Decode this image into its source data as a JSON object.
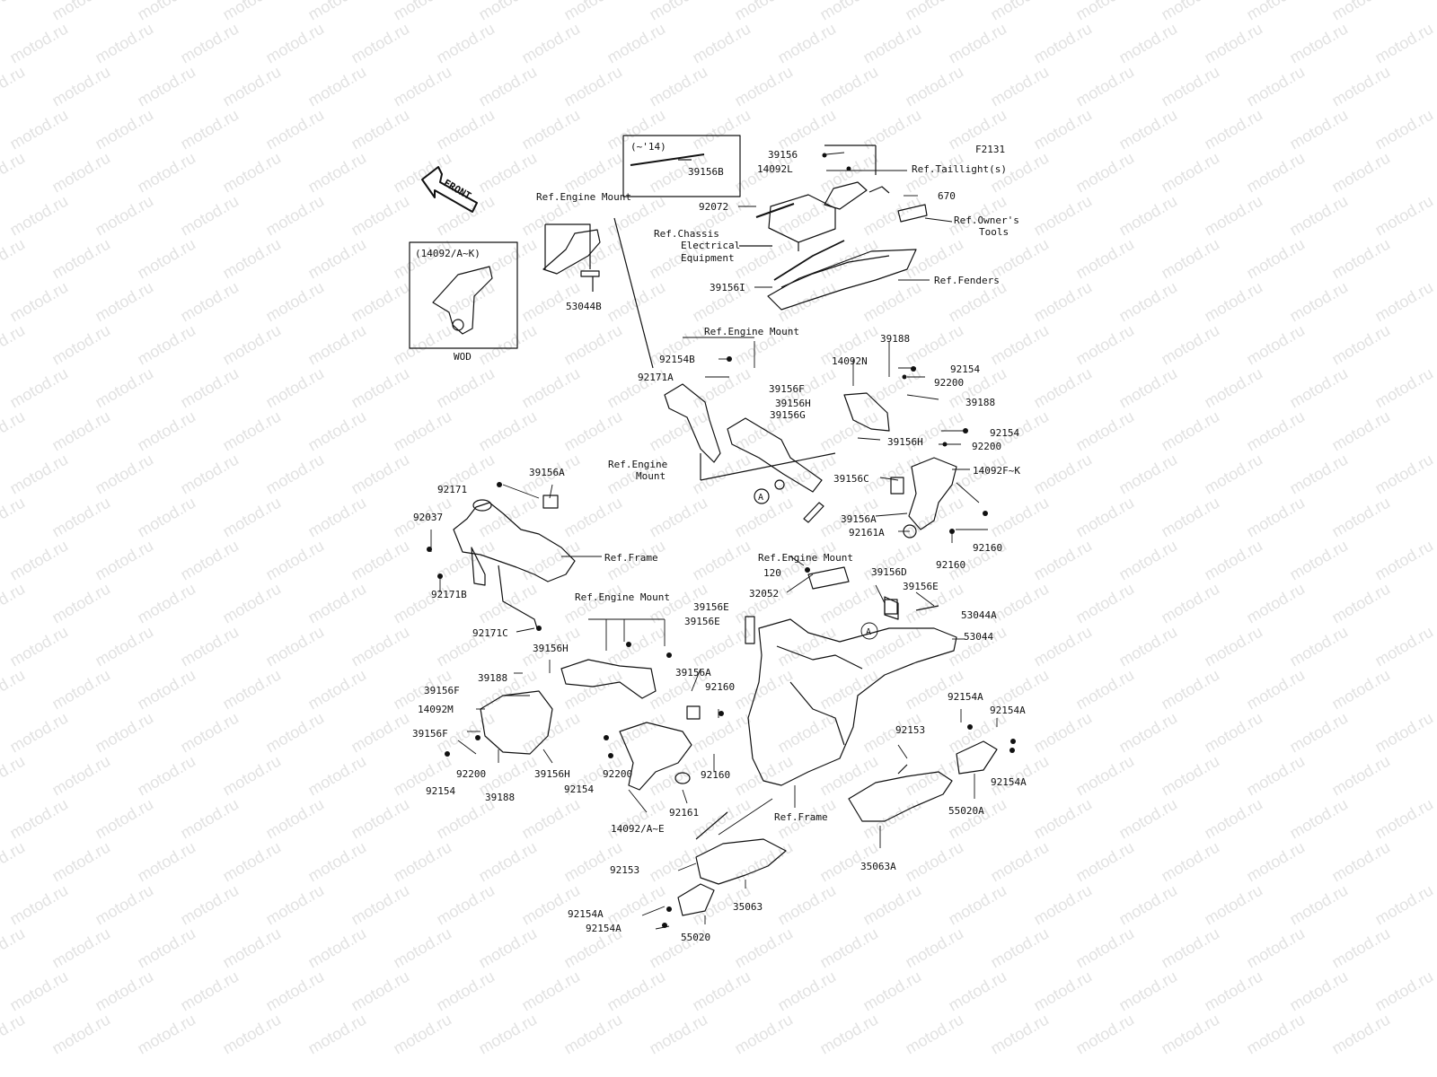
{
  "watermark": "motod.ru",
  "diagram_id": "F2131",
  "front_label": "FRONT",
  "inset_year": {
    "title": "(~'14)",
    "part": "39156B"
  },
  "inset_wod": {
    "title": "(14092/A~K)",
    "caption": "WOD"
  },
  "circle_marker": "A",
  "labels": [
    {
      "id": "p39156",
      "text": "39156"
    },
    {
      "id": "p14092L",
      "text": "14092L"
    },
    {
      "id": "refTail",
      "text": "Ref.Taillight(s)"
    },
    {
      "id": "p670",
      "text": "670"
    },
    {
      "id": "refOwner1",
      "text": "Ref.Owner's"
    },
    {
      "id": "refOwner2",
      "text": "Tools"
    },
    {
      "id": "p92072",
      "text": "92072"
    },
    {
      "id": "refChassis1",
      "text": "Ref.Chassis"
    },
    {
      "id": "refChassis2",
      "text": "Electrical"
    },
    {
      "id": "refChassis3",
      "text": "Equipment"
    },
    {
      "id": "refFenders",
      "text": "Ref.Fenders"
    },
    {
      "id": "p39156I",
      "text": "39156I"
    },
    {
      "id": "refEngTop",
      "text": "Ref.Engine Mount"
    },
    {
      "id": "p53044B",
      "text": "53044B"
    },
    {
      "id": "refEngMid",
      "text": "Ref.Engine Mount"
    },
    {
      "id": "p92154B",
      "text": "92154B"
    },
    {
      "id": "p92171A",
      "text": "92171A"
    },
    {
      "id": "p14092N",
      "text": "14092N"
    },
    {
      "id": "p39188a",
      "text": "39188"
    },
    {
      "id": "p92154a",
      "text": "92154"
    },
    {
      "id": "p92200a",
      "text": "92200"
    },
    {
      "id": "p39156F_a",
      "text": "39156F"
    },
    {
      "id": "p39156H_a",
      "text": "39156H"
    },
    {
      "id": "p39156G",
      "text": "39156G"
    },
    {
      "id": "p39188b",
      "text": "39188"
    },
    {
      "id": "p92154b",
      "text": "92154"
    },
    {
      "id": "p92200b",
      "text": "92200"
    },
    {
      "id": "p39156H_b",
      "text": "39156H"
    },
    {
      "id": "refEngL1",
      "text": "Ref.Engine"
    },
    {
      "id": "refEngL2",
      "text": "Mount"
    },
    {
      "id": "p39156C",
      "text": "39156C"
    },
    {
      "id": "p14092FK",
      "text": "14092F~K"
    },
    {
      "id": "p39156A_a",
      "text": "39156A"
    },
    {
      "id": "p92161A",
      "text": "92161A"
    },
    {
      "id": "p92160a",
      "text": "92160"
    },
    {
      "id": "p92160b",
      "text": "92160"
    },
    {
      "id": "p92171",
      "text": "92171"
    },
    {
      "id": "p39156A_b",
      "text": "39156A"
    },
    {
      "id": "p92037",
      "text": "92037"
    },
    {
      "id": "refFrameA",
      "text": "Ref.Frame"
    },
    {
      "id": "p92171B",
      "text": "92171B"
    },
    {
      "id": "p92171C",
      "text": "92171C"
    },
    {
      "id": "refEngMount2",
      "text": "Ref.Engine Mount"
    },
    {
      "id": "p120",
      "text": "120"
    },
    {
      "id": "p32052",
      "text": "32052"
    },
    {
      "id": "p39156D",
      "text": "39156D"
    },
    {
      "id": "p39156E_a",
      "text": "39156E"
    },
    {
      "id": "p39156E_b",
      "text": "39156E"
    },
    {
      "id": "p39156E_c",
      "text": "39156E"
    },
    {
      "id": "p53044A",
      "text": "53044A"
    },
    {
      "id": "p53044",
      "text": "53044"
    },
    {
      "id": "refEngMount3",
      "text": "Ref.Engine Mount"
    },
    {
      "id": "p39156H_c",
      "text": "39156H"
    },
    {
      "id": "p39188c",
      "text": "39188"
    },
    {
      "id": "p39156F_b",
      "text": "39156F"
    },
    {
      "id": "p14092M",
      "text": "14092M"
    },
    {
      "id": "p39156F_c",
      "text": "39156F"
    },
    {
      "id": "p39156A_c",
      "text": "39156A"
    },
    {
      "id": "p92160c",
      "text": "92160"
    },
    {
      "id": "p92154c",
      "text": "92154"
    },
    {
      "id": "p92200c",
      "text": "92200"
    },
    {
      "id": "p39188d",
      "text": "39188"
    },
    {
      "id": "p39156H_d",
      "text": "39156H"
    },
    {
      "id": "p92200d",
      "text": "92200"
    },
    {
      "id": "p92154d",
      "text": "92154"
    },
    {
      "id": "p92160d",
      "text": "92160"
    },
    {
      "id": "p92161",
      "text": "92161"
    },
    {
      "id": "p14092AE",
      "text": "14092/A~E"
    },
    {
      "id": "refFrameB",
      "text": "Ref.Frame"
    },
    {
      "id": "p92154A_a",
      "text": "92154A"
    },
    {
      "id": "p92154A_b",
      "text": "92154A"
    },
    {
      "id": "p92153a",
      "text": "92153"
    },
    {
      "id": "p92154A_c",
      "text": "92154A"
    },
    {
      "id": "p55020A",
      "text": "55020A"
    },
    {
      "id": "p35063A",
      "text": "35063A"
    },
    {
      "id": "p92153b",
      "text": "92153"
    },
    {
      "id": "p35063",
      "text": "35063"
    },
    {
      "id": "p92154A_d",
      "text": "92154A"
    },
    {
      "id": "p92154A_e",
      "text": "92154A"
    },
    {
      "id": "p55020",
      "text": "55020"
    }
  ]
}
